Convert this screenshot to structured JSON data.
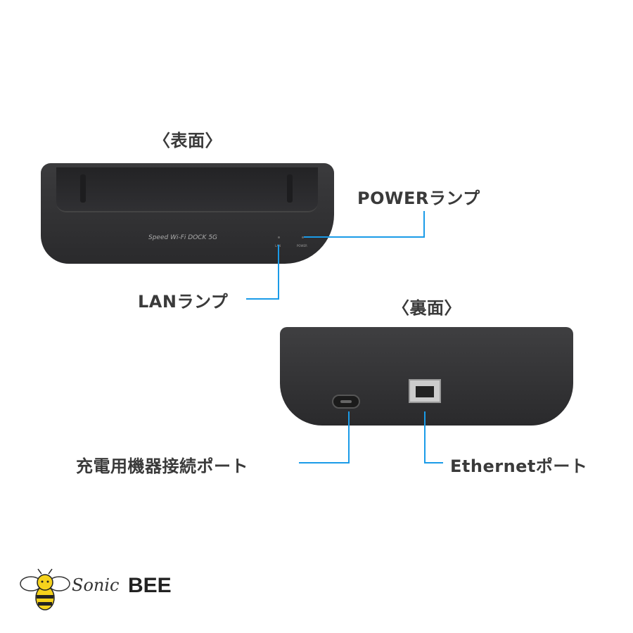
{
  "front": {
    "heading": "〈表面〉",
    "device_brand": "Speed Wi-Fi DOCK 5G",
    "led_lan": "LAN",
    "led_power": "POWER",
    "power_label": "POWERランプ",
    "lan_label": "LANランプ"
  },
  "back": {
    "heading": "〈裏面〉",
    "charge_label": "充電用機器接続ポート",
    "ethernet_label": "Ethernetポート"
  },
  "logo": {
    "sonic": "Sonic",
    "bee": "BEE"
  },
  "colors": {
    "leader": "#1a9be8",
    "device": "#2f2f31"
  }
}
